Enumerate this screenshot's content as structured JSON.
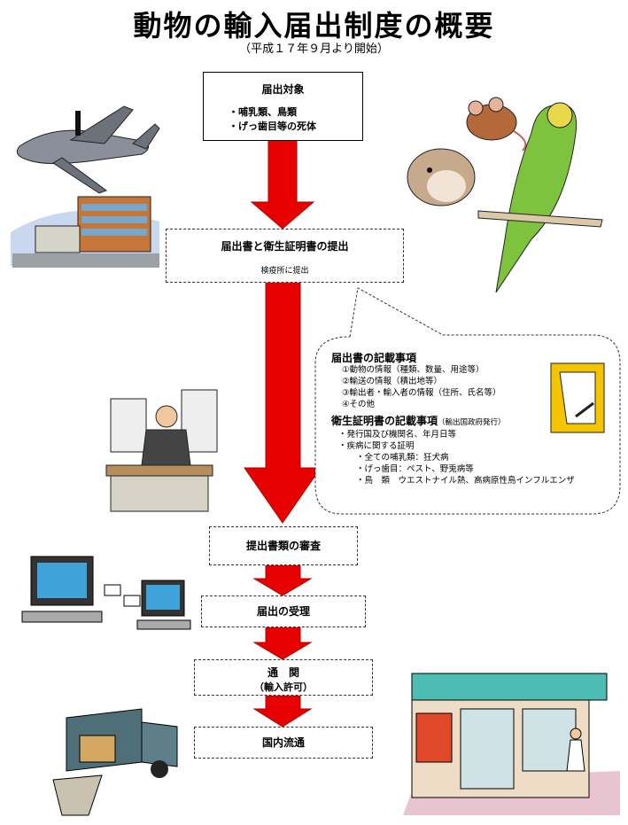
{
  "title": "動物の輸入届出制度の概要",
  "subtitle": "（平成１７年９月より開始）",
  "steps": {
    "target": {
      "heading": "届出対象",
      "items": [
        "・哺乳類、鳥類",
        "・げっ歯目等の死体"
      ]
    },
    "submit": {
      "heading": "届出書と衛生証明書の提出",
      "note": "検疫所に提出"
    },
    "review": "提出書類の審査",
    "accept": "届出の受理",
    "customs": {
      "heading": "通　関",
      "sub": "（輸入許可）"
    },
    "distribution": "国内流通"
  },
  "bubble": {
    "form_heading": "届出書の記載事項",
    "form_items": [
      "①動物の情報（種類、数量、用途等）",
      "②輸送の情報（積出地等）",
      "③輸出者・輸入者の情報（住所、氏名等）",
      "④その他"
    ],
    "cert_heading": "衛生証明書の記載事項",
    "cert_heading_note": "（輸出国政府発行）",
    "cert_items": [
      "・発行国及び機関名、年月日等",
      "・疾病に関する証明"
    ],
    "cert_subitems": [
      "・全ての哺乳類：狂犬病",
      "・げっ歯目：ペスト、野兎病等",
      "・鳥　類　ウエストナイル熱、高病原性鳥インフルエンザ"
    ]
  },
  "colors": {
    "arrow": "#e60000",
    "dashed": "#333333"
  }
}
